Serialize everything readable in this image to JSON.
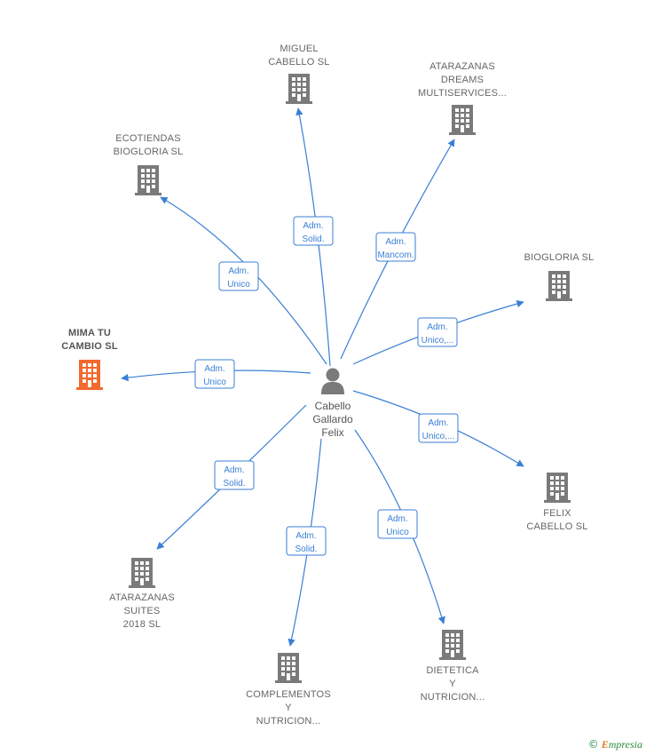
{
  "center": {
    "name": "Cabello Gallardo Felix",
    "lines": [
      "Cabello",
      "Gallardo",
      "Felix"
    ],
    "icon": "person-icon"
  },
  "nodes": [
    {
      "id": "miguel",
      "lines": [
        "MIGUEL",
        "CABELLO SL"
      ],
      "relation": [
        "Adm.",
        "Solid."
      ],
      "highlight": false,
      "icon": "building-icon"
    },
    {
      "id": "atarazanas-dreams",
      "lines": [
        "ATARAZANAS",
        "DREAMS",
        "MULTISERVICES..."
      ],
      "relation": [
        "Adm.",
        "Mancom."
      ],
      "highlight": false,
      "icon": "building-icon"
    },
    {
      "id": "bioglora",
      "lines": [
        "BIOGLORIA SL"
      ],
      "relation": [
        "Adm.",
        "Unico,..."
      ],
      "highlight": false,
      "icon": "building-icon"
    },
    {
      "id": "felix",
      "lines": [
        "FELIX",
        "CABELLO  SL"
      ],
      "relation": [
        "Adm.",
        "Unico,..."
      ],
      "highlight": false,
      "icon": "building-icon"
    },
    {
      "id": "dietetica",
      "lines": [
        "DIETETICA",
        "Y",
        "NUTRICION..."
      ],
      "relation": [
        "Adm.",
        "Unico"
      ],
      "highlight": false,
      "icon": "building-icon"
    },
    {
      "id": "complementos",
      "lines": [
        "COMPLEMENTOS",
        "Y",
        "NUTRICION..."
      ],
      "relation": [
        "Adm.",
        "Solid."
      ],
      "highlight": false,
      "icon": "building-icon"
    },
    {
      "id": "atarazanas-suites",
      "lines": [
        "ATARAZANAS",
        "SUITES",
        "2018  SL"
      ],
      "relation": [
        "Adm.",
        "Solid."
      ],
      "highlight": false,
      "icon": "building-icon"
    },
    {
      "id": "mima",
      "lines": [
        "MIMA TU",
        "CAMBIO  SL"
      ],
      "relation": [
        "Adm.",
        "Unico"
      ],
      "highlight": true,
      "icon": "building-icon"
    },
    {
      "id": "ecotiendas",
      "lines": [
        "ECOTIENDAS",
        "BIOGLORIA  SL"
      ],
      "relation": [
        "Adm.",
        "Unico"
      ],
      "highlight": false,
      "icon": "building-icon"
    }
  ],
  "colors": {
    "edge": "#3a7fd5",
    "building": "#7a7a7a",
    "highlight": "#f26a2e",
    "person": "#7a7a7a"
  },
  "watermark": {
    "symbol": "©",
    "brand_initial": "E",
    "brand_rest": "mpresia"
  }
}
